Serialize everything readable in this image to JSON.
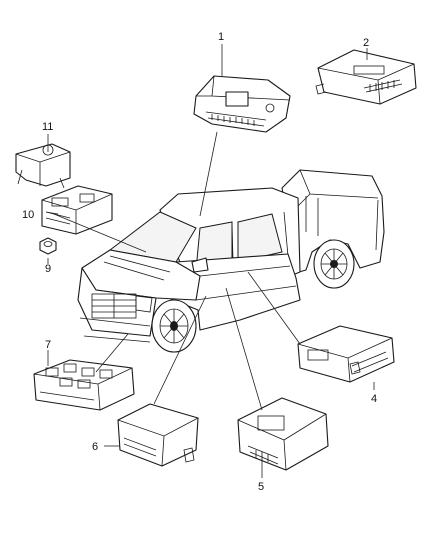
{
  "diagram": {
    "callouts": {
      "c1": "1",
      "c2": "2",
      "c3": "11",
      "c4": "10",
      "c5": "9",
      "c6": "7",
      "c7": "6",
      "c8": "5",
      "c9": "4"
    },
    "parts": [
      {
        "callout": "1",
        "icon": "control-module-icon"
      },
      {
        "callout": "2",
        "icon": "control-module-icon"
      },
      {
        "callout": "4",
        "icon": "control-module-icon"
      },
      {
        "callout": "5",
        "icon": "control-module-icon"
      },
      {
        "callout": "6",
        "icon": "control-module-icon"
      },
      {
        "callout": "7",
        "icon": "fuse-block-icon"
      },
      {
        "callout": "9",
        "icon": "nut-icon"
      },
      {
        "callout": "10",
        "icon": "control-module-icon"
      },
      {
        "callout": "11",
        "icon": "bracket-icon"
      }
    ],
    "colors": {
      "line": "#1a1a1a",
      "background": "#ffffff"
    }
  }
}
